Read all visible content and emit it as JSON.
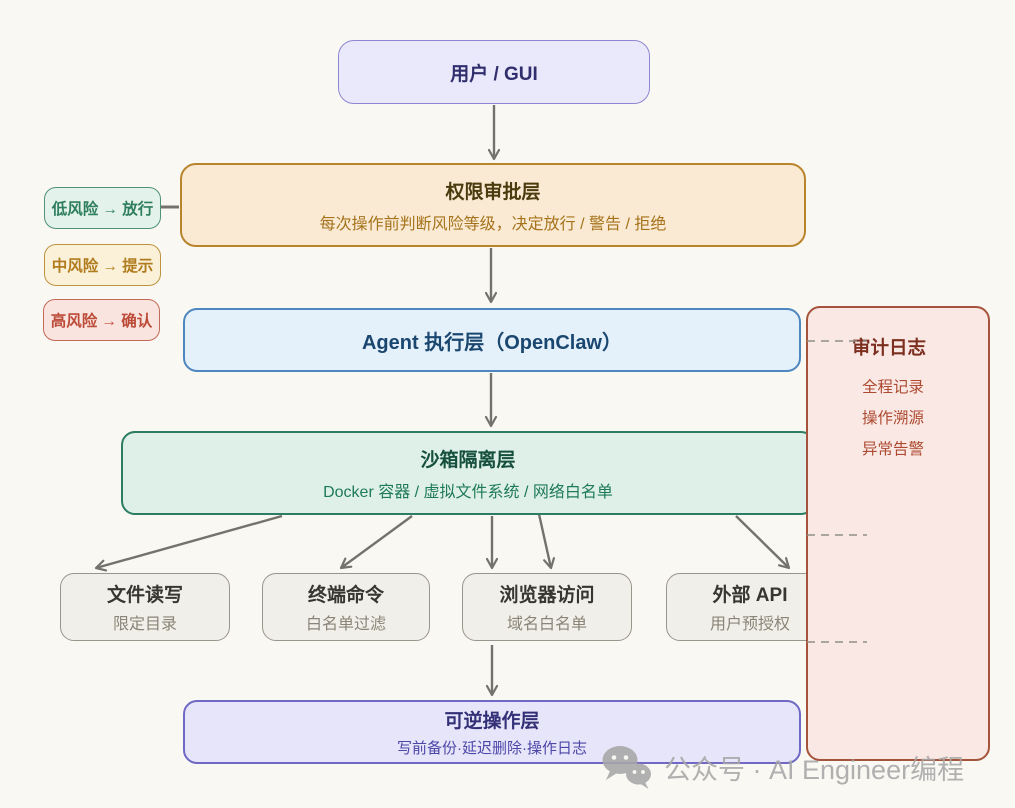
{
  "diagram": {
    "background": "#FAF8F2",
    "nodes": {
      "user_gui": {
        "label": "用户 / GUI",
        "fill": "#EAE9FC",
        "border": "#8D87D2"
      },
      "approval": {
        "title": "权限审批层",
        "subtitle": "每次操作前判断风险等级，决定放行 / 警告 / 拒绝",
        "fill": "#FBEAD3",
        "border": "#B8852D"
      },
      "risk_low": {
        "label": "低风险 → 放行",
        "fill": "#E3F3EB",
        "border": "#4F9278"
      },
      "risk_mid": {
        "label": "中风险 → 提示",
        "fill": "#FBF0D8",
        "border": "#BE9340"
      },
      "risk_high": {
        "label": "高风险 → 确认",
        "fill": "#FAE4E0",
        "border": "#C16A57"
      },
      "agent": {
        "label": "Agent 执行层（OpenClaw）",
        "fill": "#E4F0FA",
        "border": "#4E86C0"
      },
      "sandbox": {
        "title": "沙箱隔离层",
        "subtitle": "Docker 容器 / 虚拟文件系统 / 网络白名单",
        "fill": "#DFF0E8",
        "border": "#2C7D63"
      },
      "files": {
        "title": "文件读写",
        "subtitle": "限定目录"
      },
      "terminal": {
        "title": "终端命令",
        "subtitle": "白名单过滤"
      },
      "browser": {
        "title": "浏览器访问",
        "subtitle": "域名白名单"
      },
      "api": {
        "title": "外部 API",
        "subtitle": "用户预授权"
      },
      "reversible": {
        "title": "可逆操作层",
        "subtitle": "写前备份·延迟删除·操作日志",
        "fill": "#E7E5F9",
        "border": "#6F68C5"
      },
      "audit": {
        "title": "审计日志",
        "items": [
          "全程记录",
          "操作溯源",
          "异常告警"
        ],
        "fill": "#FAE8E4",
        "border": "#A5543B"
      }
    },
    "edges": [
      {
        "from": "user_gui",
        "to": "approval",
        "style": "solid-arrow"
      },
      {
        "from": "risk_low",
        "to": "approval",
        "style": "short-line"
      },
      {
        "from": "approval",
        "to": "agent",
        "style": "solid-arrow"
      },
      {
        "from": "agent",
        "to": "sandbox",
        "style": "solid-arrow"
      },
      {
        "from": "sandbox",
        "to": "files",
        "style": "solid-arrow"
      },
      {
        "from": "sandbox",
        "to": "terminal",
        "style": "solid-arrow"
      },
      {
        "from": "sandbox",
        "to": "browser",
        "style": "solid-arrow"
      },
      {
        "from": "sandbox",
        "to": "browser",
        "style": "solid-arrow"
      },
      {
        "from": "sandbox",
        "to": "api",
        "style": "solid-arrow"
      },
      {
        "from": "browser",
        "to": "reversible",
        "style": "solid-arrow"
      },
      {
        "from": "agent",
        "to": "audit",
        "style": "dashed"
      },
      {
        "from": "sandbox",
        "to": "audit",
        "style": "dashed"
      },
      {
        "from": "api",
        "to": "audit",
        "style": "dashed"
      }
    ],
    "edge_color": "#73736B"
  },
  "watermark": {
    "text": "公众号 · AI Engineer编程",
    "icon": "wechat-icon",
    "color": "#A7A7A7"
  }
}
